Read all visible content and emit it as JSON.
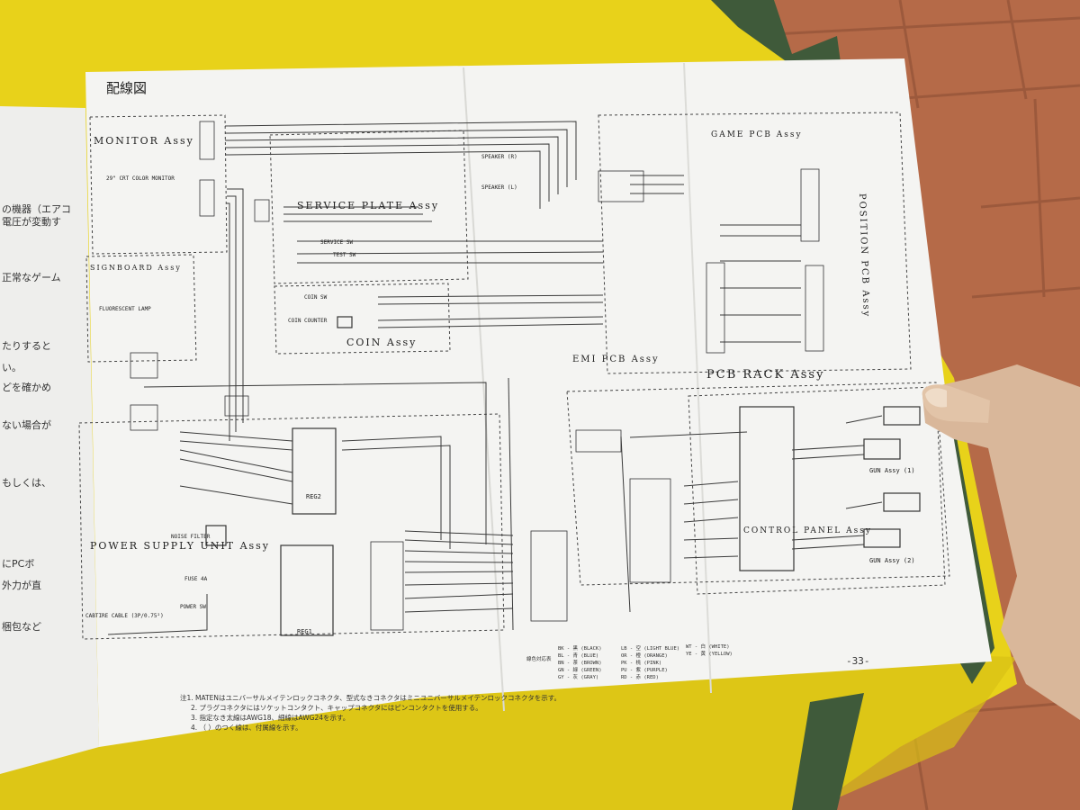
{
  "photo": {
    "colors": {
      "table_yellow": "#e8d21a",
      "paving": "#b56a48",
      "chair_green": "#3f5a3a",
      "paper": "#f4f4f2",
      "ink": "#2a2a2a",
      "skin": "#d9b79a"
    }
  },
  "manual": {
    "page_title": "配線図",
    "page_number": "-33-",
    "left_page_fragments": [
      "の機器（エアコ",
      "電圧が変動す",
      "正常なゲーム",
      "たりすると",
      "い。",
      "どを確かめ",
      "ない場合が",
      "もしくは、",
      "にPCボ",
      "外力が直",
      "梱包など"
    ],
    "assemblies": {
      "monitor": "MONITOR Assy",
      "monitor_note": "29\" CRT COLOR MONITOR",
      "service_plate": "SERVICE PLATE Assy",
      "coin": "COIN Assy",
      "signboard": "SIGNBOARD Assy",
      "power_supply": "POWER SUPPLY UNIT Assy",
      "noise_filter": "NOISE FILTER",
      "fuse": "FUSE 4A",
      "power_sw": "POWER SW",
      "cabtire": "CABTIRE CABLE (3P/0.75²)",
      "game_pcb": "GAME PCB Assy",
      "emi_pcb": "EMI PCB Assy",
      "pcb_rack": "PCB RACK Assy",
      "position_pcb": "POSITION PCB Assy",
      "control_panel": "CONTROL PANEL Assy",
      "gun1": "GUN Assy (1)",
      "gun2": "GUN Assy (2)",
      "reg1": "REG1",
      "reg2": "REG2",
      "lamp": "FLUORESCENT LAMP",
      "speaker_r": "SPEAKER (R)",
      "speaker_l": "SPEAKER (L)",
      "service_sw": "SERVICE SW",
      "test_sw": "TEST SW",
      "coin_sw": "COIN SW",
      "coin_counter": "COIN COUNTER"
    },
    "color_legend_title": "線色対応表",
    "color_legend": [
      "BK - 黒 (BLACK)",
      "BL - 青 (BLUE)",
      "BN - 茶 (BROWN)",
      "GN - 緑 (GREEN)",
      "GY - 灰 (GRAY)",
      "LB - 空 (LIGHT BLUE)",
      "OR - 橙 (ORANGE)",
      "PK - 桃 (PINK)",
      "PU - 紫 (PURPLE)",
      "RD - 赤 (RED)",
      "WT - 白 (WHITE)",
      "YE - 黄 (YELLOW)"
    ],
    "notes": [
      "注1. MATENはユニバーサルメイテンロックコネクタ、型式なきコネクタはミニユニバーサルメイテンロックコネクタを示す。",
      "2. プラグコネクタにはソケットコンタクト、キャップコネクタにはピンコンタクトを使用する。",
      "3. 指定なき太線はAWG18、細線はAWG24を示す。",
      "4. （ ）のつく線は、付属線を示す。"
    ]
  }
}
